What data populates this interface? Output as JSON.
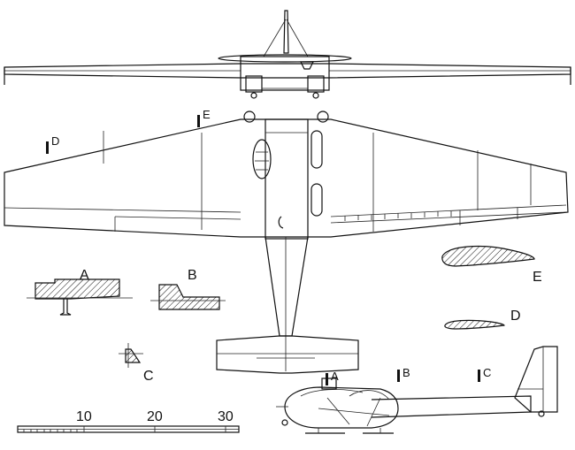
{
  "section_labels": {
    "A": "A",
    "B": "B",
    "C": "C",
    "D": "D",
    "E": "E"
  },
  "scale_bar": {
    "ticks": [
      "10",
      "20",
      "30"
    ]
  }
}
